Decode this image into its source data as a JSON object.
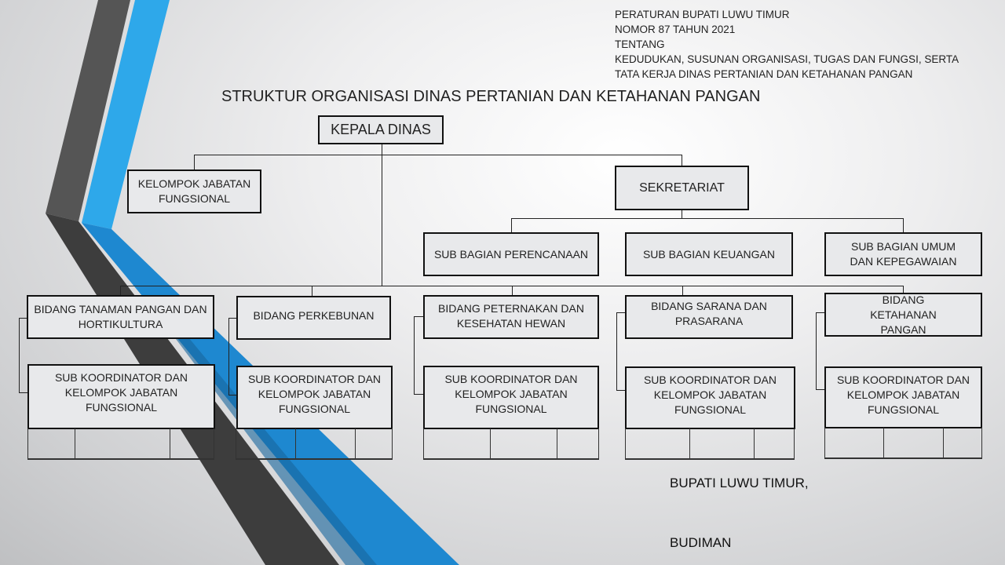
{
  "header": {
    "lines": [
      "PERATURAN BUPATI LUWU TIMUR",
      "NOMOR 87 TAHUN 2021",
      "TENTANG",
      "KEDUDUKAN, SUSUNAN ORGANISASI, TUGAS DAN FUNGSI, SERTA",
      "TATA KERJA DINAS PERTANIAN DAN KETAHANAN PANGAN"
    ]
  },
  "title": "STRUKTUR ORGANISASI DINAS PERTANIAN DAN KETAHANAN PANGAN",
  "colors": {
    "stripe_dark": "#454545",
    "stripe_blue": "#1e88d0",
    "stripe_blue_light": "#2ea8ea"
  },
  "nodes": {
    "kepala": "KEPALA DINAS",
    "kelompok": "KELOMPOK JABATAN FUNGSIONAL",
    "sekretariat": "SEKRETARIAT",
    "perencanaan": "SUB BAGIAN PERENCANAAN",
    "keuangan": "SUB BAGIAN KEUANGAN",
    "umum": "SUB BAGIAN UMUM DAN KEPEGAWAIAN"
  },
  "bidang": [
    {
      "name": "BIDANG TANAMAN PANGAN DAN HORTIKULTURA",
      "sub": "SUB KOORDINATOR DAN KELOMPOK JABATAN FUNGSIONAL"
    },
    {
      "name": "BIDANG PERKEBUNAN",
      "sub": "SUB KOORDINATOR DAN KELOMPOK JABATAN FUNGSIONAL"
    },
    {
      "name": "BIDANG PETERNAKAN DAN KESEHATAN HEWAN",
      "sub": "SUB KOORDINATOR DAN KELOMPOK JABATAN FUNGSIONAL"
    },
    {
      "name": "BIDANG SARANA DAN PRASARANA",
      "sub": "SUB KOORDINATOR DAN KELOMPOK JABATAN FUNGSIONAL"
    },
    {
      "name": "BIDANG KETAHANAN PANGAN",
      "sub": "SUB KOORDINATOR DAN KELOMPOK JABATAN FUNGSIONAL"
    }
  ],
  "signature": {
    "title": "BUPATI LUWU TIMUR,",
    "name": "BUDIMAN"
  }
}
